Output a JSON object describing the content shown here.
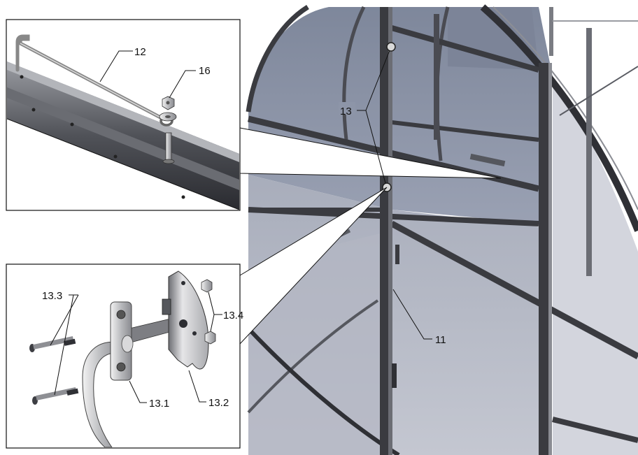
{
  "labels": {
    "top_inset": {
      "rod": "12",
      "nut_washer": "16"
    },
    "main": {
      "latch": "13",
      "door_frame": "11"
    },
    "bottom_inset": {
      "screws": "13.3",
      "nuts": "13.4",
      "handle": "13.1",
      "lock_body": "13.2"
    }
  },
  "colors": {
    "glass": "#8d95a8",
    "glass_light": "#c9ccd6",
    "frame": "#3a3b40",
    "frame_light": "#6b6d74",
    "line": "#111111"
  }
}
